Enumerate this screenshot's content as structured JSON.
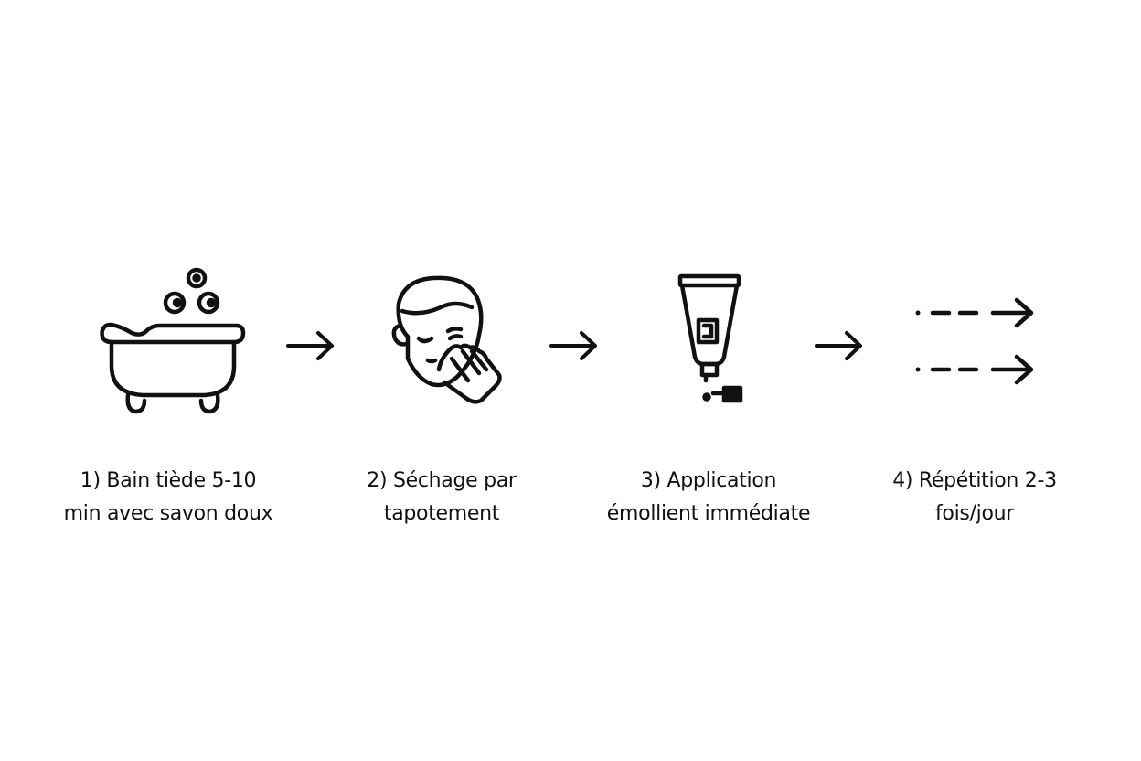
{
  "colors": {
    "stroke": "#111111",
    "background": "#ffffff"
  },
  "steps": [
    {
      "icon": "bathtub-icon",
      "label_line1": "1) Bain tiède 5-10",
      "label_line2": "min avec savon doux"
    },
    {
      "icon": "face-patting-icon",
      "label_line1": "2) Séchage par",
      "label_line2": "tapotement"
    },
    {
      "icon": "cream-tube-icon",
      "label_line1": "3) Application",
      "label_line2": "émollient immédiate"
    },
    {
      "icon": "repeat-arrows-icon",
      "label_line1": "4) Répétition 2-3",
      "label_line2": "fois/jour"
    }
  ],
  "connectors": [
    "arrow-right-icon",
    "arrow-right-icon",
    "arrow-right-icon"
  ]
}
